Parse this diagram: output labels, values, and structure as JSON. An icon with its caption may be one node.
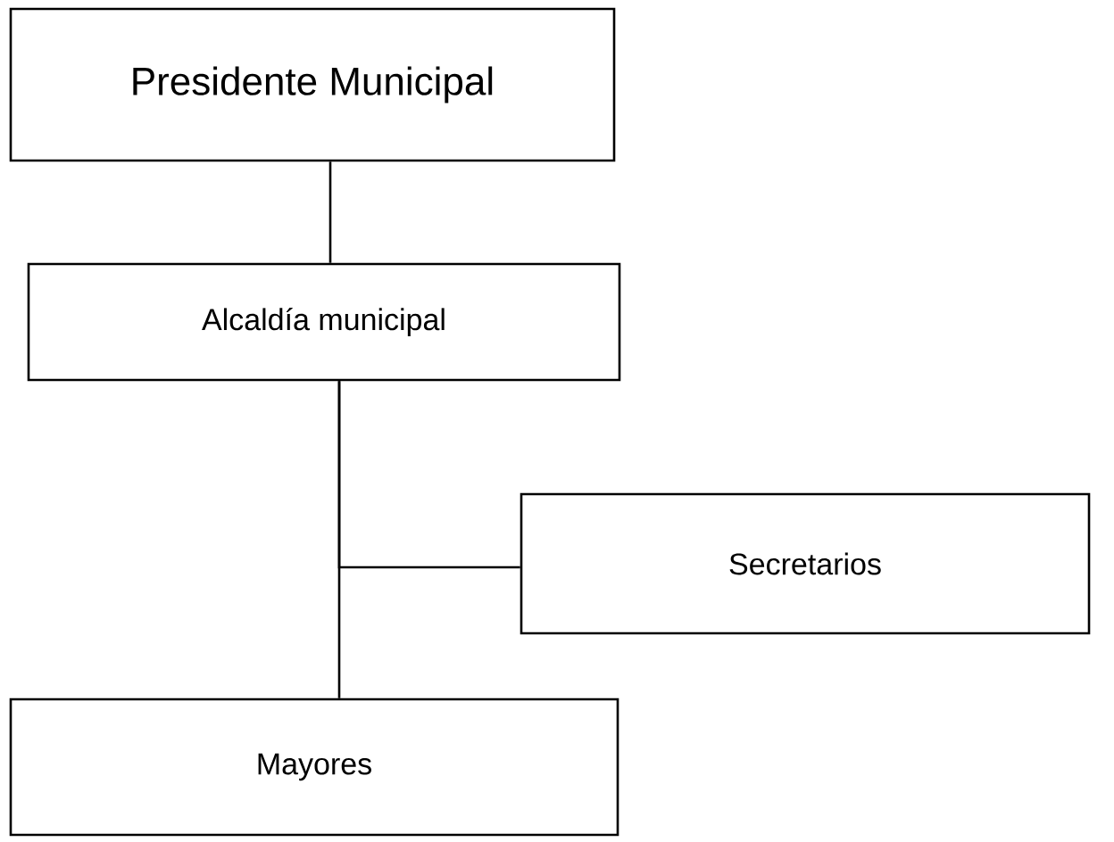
{
  "diagram": {
    "nodes": [
      {
        "text": [
          "Presidente Municipal"
        ]
      },
      {
        "text": [
          "Alcaldía municipal"
        ]
      },
      {
        "text": [
          "Secretarios"
        ]
      },
      {
        "text": [
          "Mayores"
        ]
      }
    ],
    "edges": [
      {
        "from": 0,
        "to": 1,
        "arrow": "none"
      },
      {
        "from": 1,
        "to": 3,
        "arrow": "none"
      },
      {
        "from": 1,
        "to": 2,
        "arrow": "none"
      }
    ]
  }
}
